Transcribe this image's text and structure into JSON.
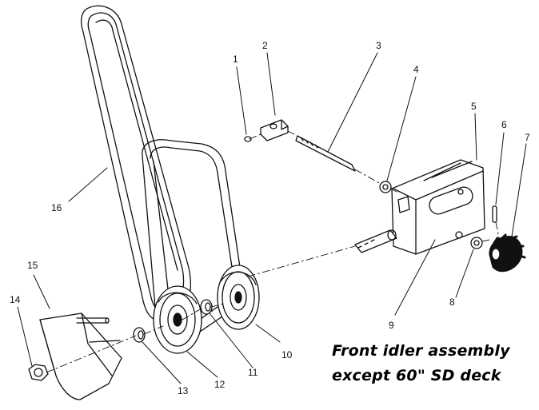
{
  "diagram": {
    "caption_line1": "Front idler assembly",
    "caption_line2": "except 60\" SD deck",
    "callouts": [
      "1",
      "2",
      "3",
      "4",
      "5",
      "6",
      "7",
      "8",
      "9",
      "10",
      "11",
      "12",
      "13",
      "14",
      "15",
      "16"
    ]
  },
  "colors": {
    "ink": "#111111",
    "paper": "#ffffff",
    "shade": "#d8d8d8"
  }
}
